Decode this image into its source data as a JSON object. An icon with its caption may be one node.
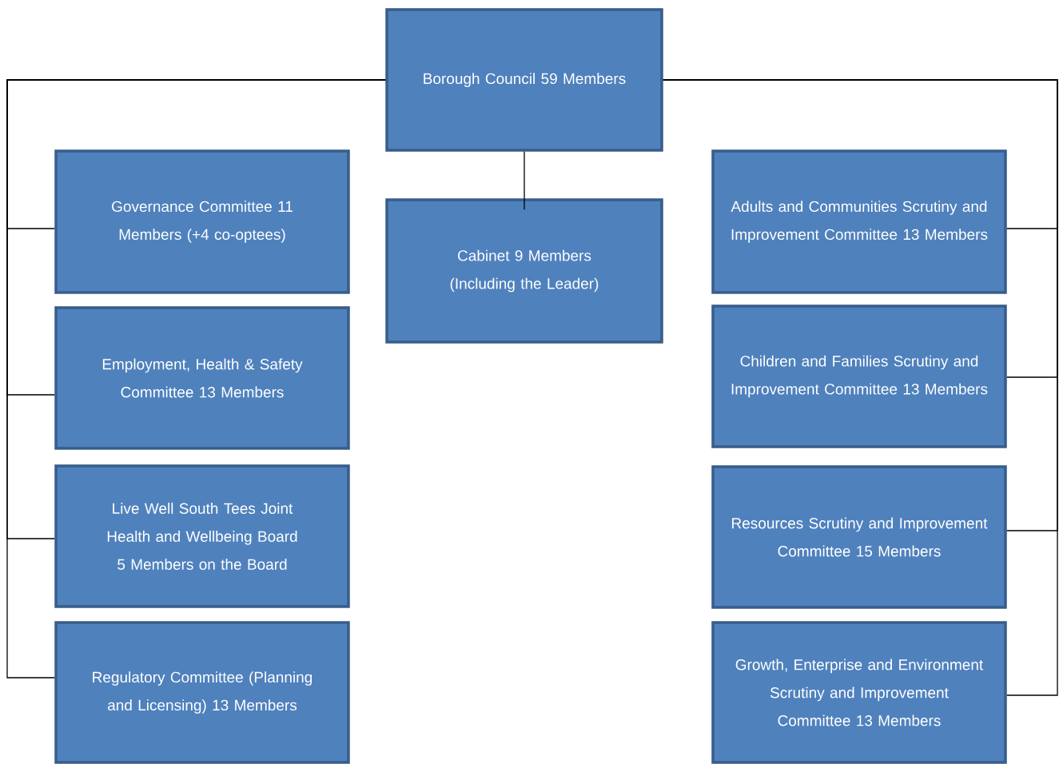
{
  "diagram": {
    "nodes": [
      {
        "text": [
          "Borough Council 59 Members"
        ]
      },
      {
        "text": [
          "Cabinet 9 Members (Including the Leader)"
        ]
      },
      {
        "text": [
          "Governance Committee 11 Members (+4 co-optees)"
        ]
      },
      {
        "text": [
          "Employment, Health & Safety Committee 13 Members"
        ]
      },
      {
        "text": [
          "Live Well South Tees Joint Health and Wellbeing Board 5 Members on the Board"
        ]
      },
      {
        "text": [
          "Regulatory Committee (Planning and Licensing) 13 Members"
        ]
      },
      {
        "text": [
          "Adults and Communities Scrutiny and Improvement Committee 13 Members"
        ]
      },
      {
        "text": [
          "Children and Families Scrutiny and Improvement Committee 13 Members"
        ]
      },
      {
        "text": [
          "Resources Scrutiny and Improvement Committee 15 Members"
        ]
      },
      {
        "text": [
          "Growth, Enterprise and Environment Scrutiny and Improvement Committee 13 Members"
        ]
      }
    ],
    "edges": [
      {
        "from": 0,
        "to": 1,
        "arrow": "none"
      },
      {
        "from": 0,
        "to": 2,
        "arrow": "none"
      },
      {
        "from": 0,
        "to": 3,
        "arrow": "none"
      },
      {
        "from": 0,
        "to": 4,
        "arrow": "none"
      },
      {
        "from": 0,
        "to": 5,
        "arrow": "none"
      },
      {
        "from": 0,
        "to": 6,
        "arrow": "none"
      },
      {
        "from": 0,
        "to": 7,
        "arrow": "none"
      },
      {
        "from": 0,
        "to": 8,
        "arrow": "none"
      },
      {
        "from": 0,
        "to": 9,
        "arrow": "none"
      }
    ]
  }
}
